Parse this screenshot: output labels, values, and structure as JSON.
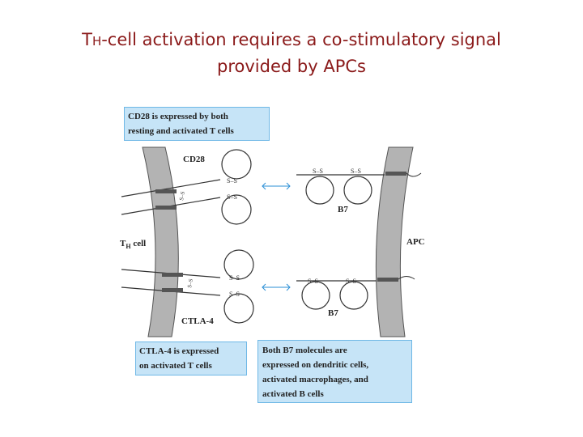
{
  "title": {
    "line1_prefix": "T",
    "line1_subscript": "H",
    "line1_rest": "-cell activation requires a co-stimulatory signal",
    "line2": "provided by APCs"
  },
  "diagram": {
    "labels": {
      "cd28": "CD28",
      "b7_top": "B7",
      "th_cell_main": "T",
      "th_cell_sub": "H",
      "th_cell_rest": " cell",
      "apc": "APC",
      "ctla4": "CTLA-4",
      "b7_bottom": "B7",
      "disulfide": "S–S"
    },
    "callouts": {
      "cd28": {
        "line1": "CD28 is expressed by both",
        "line2": "resting and activated T cells"
      },
      "ctla4": {
        "line1": "CTLA-4 is expressed",
        "line2": "on activated T cells"
      },
      "b7": {
        "line1": "Both B7 molecules are",
        "line2": "expressed on dendritic cells,",
        "line3": "activated macrophages, and",
        "line4": "activated B cells"
      }
    },
    "colors": {
      "membrane": "#b3b3b3",
      "callout_fill": "#c6e4f7",
      "callout_border": "#6fb8e6",
      "arrow": "#2a8fd6",
      "title": "#8b1a1a"
    }
  }
}
